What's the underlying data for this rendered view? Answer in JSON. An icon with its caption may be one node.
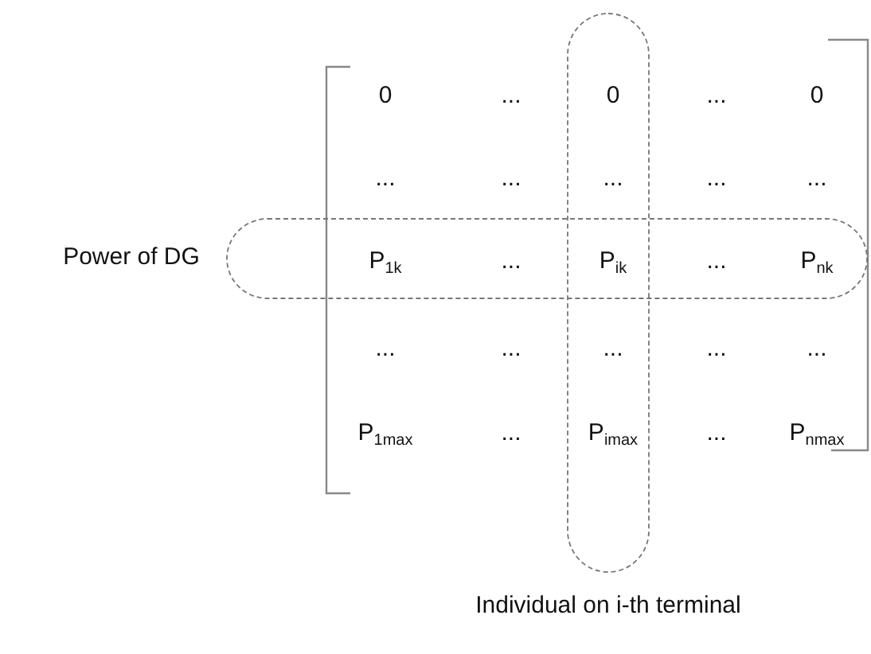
{
  "diagram": {
    "nodes": [
      {
        "text": [
          "Power of DG"
        ]
      },
      {
        "text": [
          "Individual on i-th terminal"
        ]
      }
    ],
    "labels": [
      "0",
      "...",
      "0",
      "...",
      "0",
      "...",
      "...",
      "...",
      "...",
      "...",
      "P$_{1k}$",
      "...",
      "P$_{ik}$",
      "...",
      "P$_{nk}$",
      "...",
      "...",
      "...",
      "...",
      "...",
      "P$_{1max}$",
      "...",
      "P$_{imax}$",
      "...",
      "P$_{nmax}$"
    ]
  }
}
